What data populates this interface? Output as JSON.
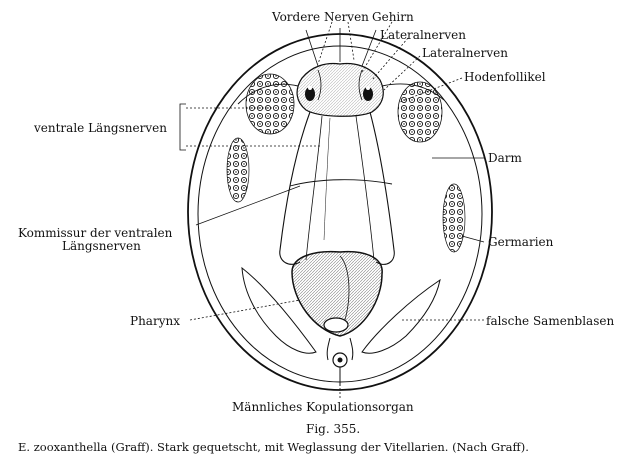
{
  "labels": {
    "vordere_nerven": "Vordere Nerven",
    "gehirn": "Gehirn",
    "lateralnerven_1": "Lateralnerven",
    "lateralnerven_2": "Lateralnerven",
    "hodenfollikel": "Hodenfollikel",
    "ventrale_laengsnerven": "ventrale Längsnerven",
    "darm": "Darm",
    "kommissur_line1": "Kommissur der ventralen",
    "kommissur_line2": "Längsnerven",
    "germarien": "Germarien",
    "pharynx": "Pharynx",
    "falsche_samenblasen": "falsche Samenblasen",
    "kopulationsorgan": "Männliches Kopulationsorgan"
  },
  "caption": {
    "fig_number": "Fig. 355.",
    "text": "E. zooxanthella (Graff). Stark gequetscht, mit Weglassung der Vitellarien. (Nach Graff)."
  },
  "colors": {
    "ink": "#111111",
    "paper": "#ffffff"
  }
}
